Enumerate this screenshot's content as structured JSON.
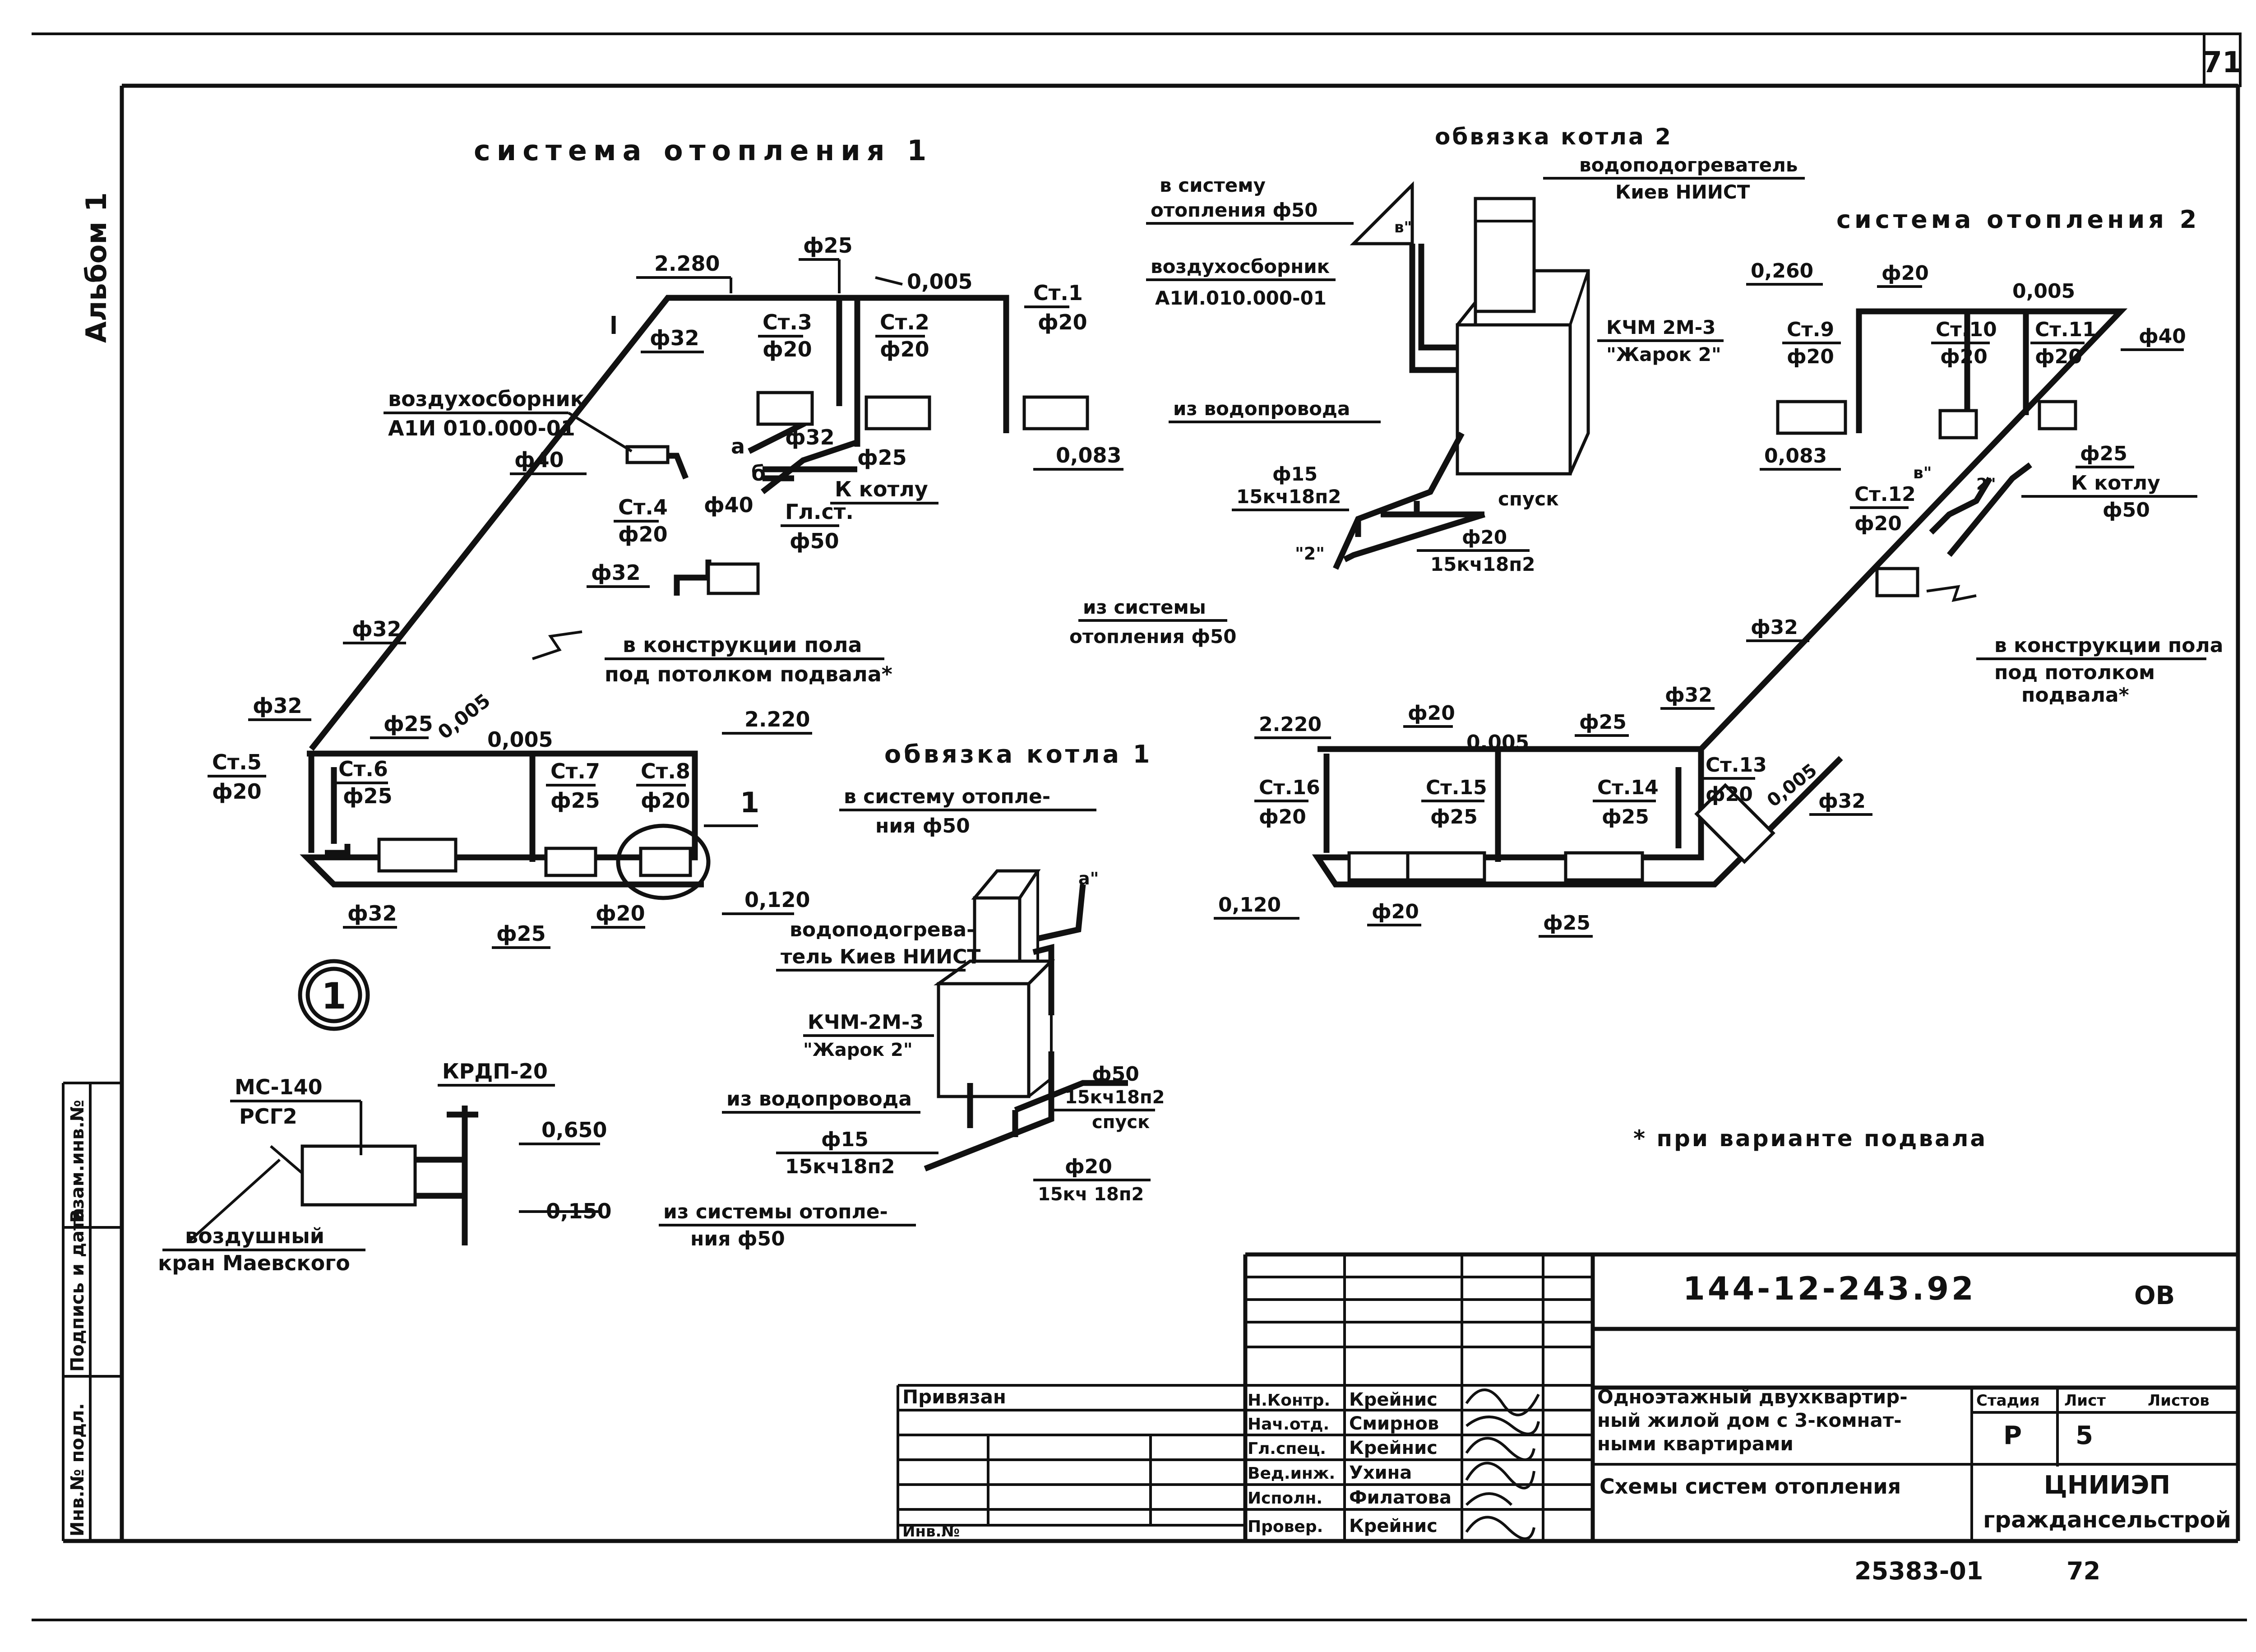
{
  "page_number": "71",
  "side_album": "Альбом 1",
  "system1": {
    "title": "система отопления 1",
    "labels": {
      "l_2280": "2.280",
      "l_f25a": "ф25",
      "l_0005a": "0,005",
      "l_st1": "Ст.1",
      "l_st1d": "ф20",
      "l_f32a": "ф32",
      "l_st3": "Ст.3",
      "l_st3d": "ф20",
      "l_st2": "Ст.2",
      "l_st2d": "ф20",
      "l_vozd": "воздухосборник",
      "l_vozdcode": "А1И 010.000-01",
      "l_a": "а",
      "l_f32b": "ф32",
      "l_f25b": "ф25",
      "l_0083": "0,083",
      "l_f40a": "ф40",
      "l_b": "б",
      "l_kkotlu": "К котлу",
      "l_st4": "Ст.4",
      "l_st4d": "ф20",
      "l_f40b": "ф40",
      "l_glst": "Гл.ст.",
      "l_glstd": "ф50",
      "l_f32c": "ф32",
      "l_f32d": "ф32",
      "l_vkonstr": "в конструкции пола",
      "l_podpot": "под потолком подвала*",
      "l_f32e": "ф32",
      "l_f25c": "ф25",
      "l_0005b": "0,005",
      "l_0005c": "0,005",
      "l_2220": "2.220",
      "l_st5": "Ст.5",
      "l_st5d": "ф20",
      "l_st6": "Ст.6",
      "l_st6d": "ф25",
      "l_st7": "Ст.7",
      "l_st7d": "ф25",
      "l_st8": "Ст.8",
      "l_st8d": "ф20",
      "l_one": "1",
      "l_f32f": "ф32",
      "l_f25d": "ф25",
      "l_f20a": "ф20",
      "l_0120": "0,120",
      "circle_label": "1"
    }
  },
  "boiler2": {
    "title": "обвязка котла 2",
    "labels": {
      "vodopod": "водоподогреватель",
      "kiev": "Киев НИИСТ",
      "vsist": "в систему",
      "otopl50": "отопления ф50",
      "v": "в\"",
      "vozd": "воздухосборник",
      "vozdcode": "А1И.010.000-01",
      "kchm": "КЧМ 2М-3",
      "zharok": "\"Жарок 2\"",
      "izvodo": "из водопровода",
      "f15": "ф15",
      "kch": "15кч18п2",
      "spusk": "спуск",
      "f20": "ф20",
      "kch2": "15кч18п2",
      "two": "\"2\"",
      "izsist": "из системы",
      "otopl50b": "отопления ф50"
    }
  },
  "system2": {
    "title": "система отопления 2",
    "labels": {
      "l_0260": "0,260",
      "l_f20a": "ф20",
      "l_0005a": "0,005",
      "l_st9": "Ст.9",
      "l_st9d": "ф20",
      "l_st10": "Ст.10",
      "l_st10d": "ф20",
      "l_st11": "Ст.11",
      "l_st11d": "ф20",
      "l_f40": "ф40",
      "l_0083": "0,083",
      "l_f25a": "ф25",
      "l_v": "в\"",
      "l_2": "2\"",
      "l_kkotlu": "К котлу",
      "l_f50": "ф50",
      "l_st12": "Ст.12",
      "l_st12d": "ф20",
      "l_f32a": "ф32",
      "l_vkonstr": "в конструкции пола",
      "l_podpot": "под потолком",
      "l_podval": "подвала*",
      "l_2220": "2.220",
      "l_f20b": "ф20",
      "l_0005b": "0,005",
      "l_f25b": "ф25",
      "l_f32b": "ф32",
      "l_st16": "Ст.16",
      "l_st16d": "ф20",
      "l_st15": "Ст.15",
      "l_st15d": "ф25",
      "l_st14": "Ст.14",
      "l_st14d": "ф25",
      "l_st13": "Ст.13",
      "l_st13d": "ф20",
      "l_0005c": "0,005",
      "l_f32c": "ф32",
      "l_0120": "0,120",
      "l_f20c": "ф20",
      "l_f25c": "ф25"
    }
  },
  "boiler1": {
    "title": "обвязка котла 1",
    "labels": {
      "vsist1": "в систему отопле-",
      "vsist2": "ния ф50",
      "a": "а\"",
      "vodo1": "водоподогрева-",
      "vodo2": "тель Киев НИИСТ",
      "kchm": "КЧМ-2М-3",
      "zharok": "\"Жарок 2\"",
      "izvodo": "из водопровода",
      "f50": "ф50",
      "kch1": "15кч18п2",
      "spusk": "спуск",
      "f15": "ф15",
      "kch2": "15кч18п2",
      "f20": "ф20",
      "kch3": "15кч 18п2",
      "izsist1": "из системы отопле-",
      "izsist2": "ния ф50"
    }
  },
  "legend": {
    "mc": "МС-140",
    "rsg": "РСГ2",
    "krdp": "КРДП-20",
    "v0650": "0,650",
    "v0150": "0,150",
    "vozd1": "воздушный",
    "vozd2": "кран Маевского"
  },
  "note": "* при варианте подвала",
  "left_strip": [
    "Инв.№ подл.",
    "Подпись и дата",
    "Взам.инв.№"
  ],
  "title_block": {
    "doc_code": "144-12-243.92",
    "mark": "ОВ",
    "privyazan": "Привязан",
    "inv": "Инв.№",
    "roles": [
      "Н.Контр.",
      "Нач.отд.",
      "Гл.спец.",
      "Вед.инж.",
      "Исполн.",
      "Провер."
    ],
    "names": [
      "Крейнис",
      "Смирнов",
      "Крейнис",
      "Ухина",
      "Филатова",
      "Крейнис"
    ],
    "project_title": [
      "Одноэтажный двухквартир-",
      "ный жилой дом с 3-комнат-",
      "ными квартирами"
    ],
    "sheet_title": "Схемы систем отопления",
    "col_stage": "Стадия",
    "col_sheet": "Лист",
    "col_sheets": "Листов",
    "stage": "Р",
    "sheet": "5",
    "org": [
      "ЦНИИЭП",
      "граждансельстрой"
    ]
  },
  "bottom": {
    "code": "25383-01",
    "page": "72"
  }
}
